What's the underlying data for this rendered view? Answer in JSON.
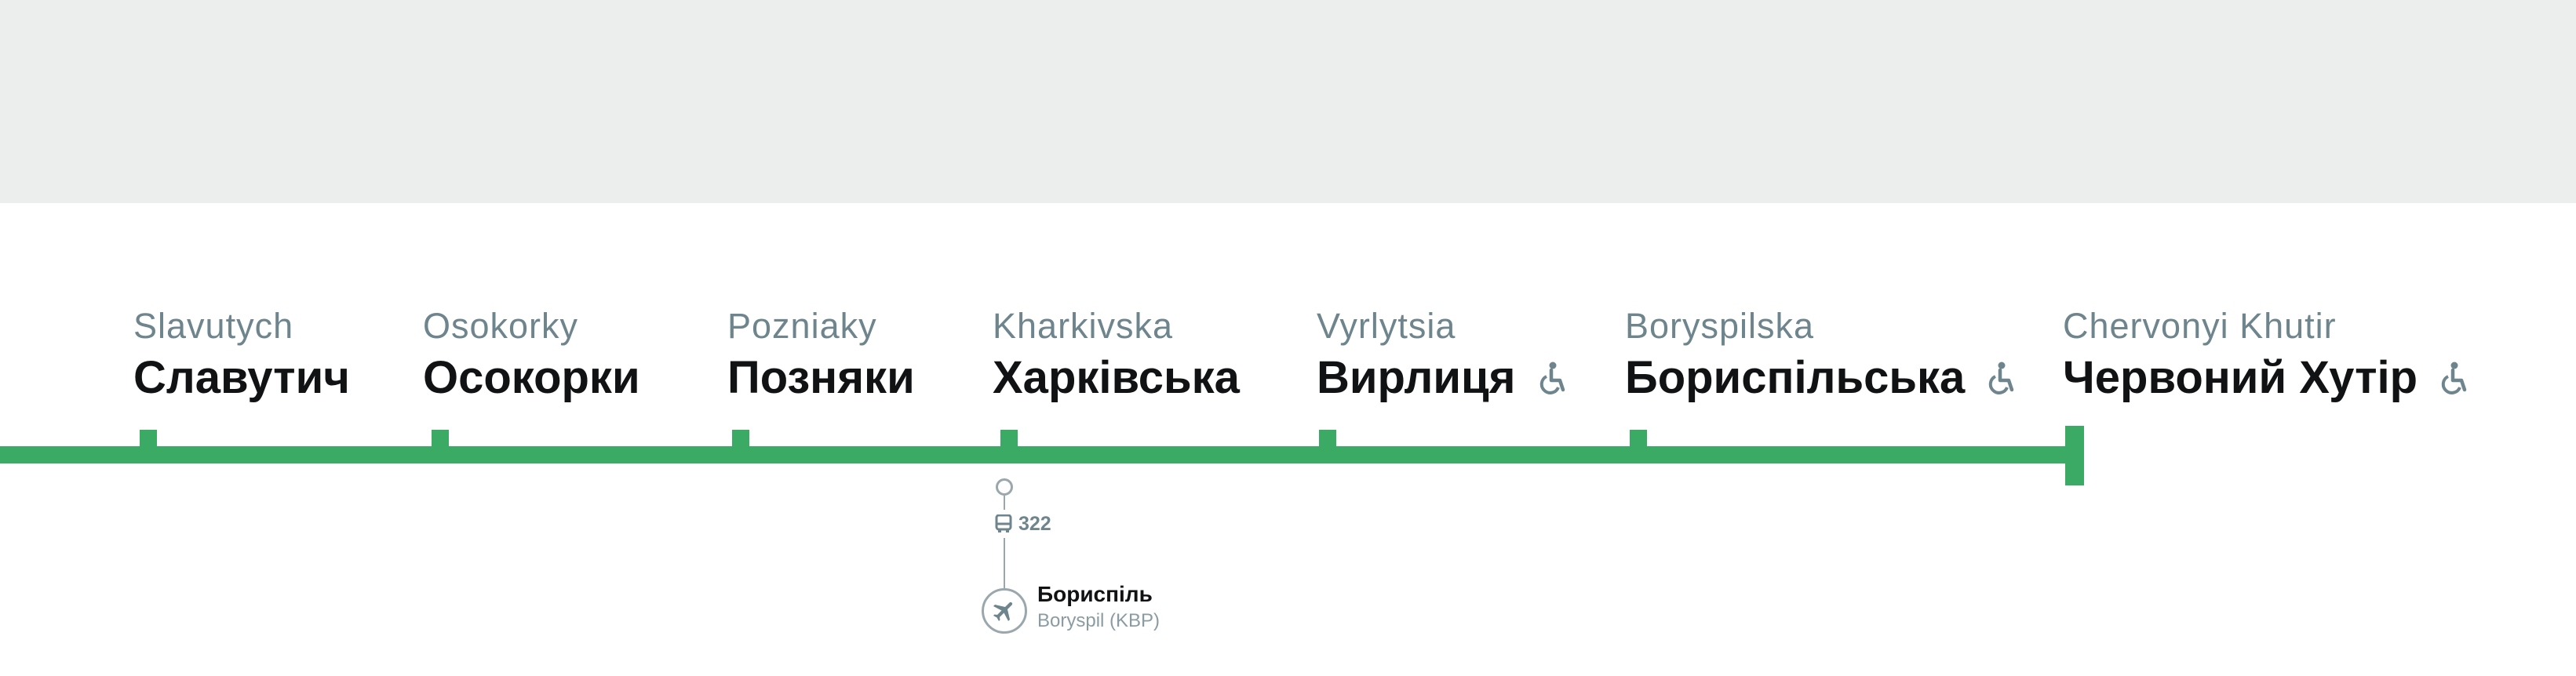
{
  "colors": {
    "line": "#3aaa64",
    "band": "#eceeed",
    "muted": "#6e858d"
  },
  "stations": [
    {
      "latin": "Slavutych",
      "cyrillic": "Славутич",
      "accessible": false
    },
    {
      "latin": "Osokorky",
      "cyrillic": "Осокорки",
      "accessible": false
    },
    {
      "latin": "Pozniaky",
      "cyrillic": "Позняки",
      "accessible": false
    },
    {
      "latin": "Kharkivska",
      "cyrillic": "Харківська",
      "accessible": false
    },
    {
      "latin": "Vyrlytsia",
      "cyrillic": "Вирлиця",
      "accessible": true
    },
    {
      "latin": "Boryspilska",
      "cyrillic": "Бориспільська",
      "accessible": true
    },
    {
      "latin": "Chervonyi Khutir",
      "cyrillic": "Червоний Хутір",
      "accessible": true
    }
  ],
  "transfer": {
    "bus_route": "322",
    "airport_name": "Бориспіль",
    "airport_latin": "Boryspil (KBP)"
  }
}
